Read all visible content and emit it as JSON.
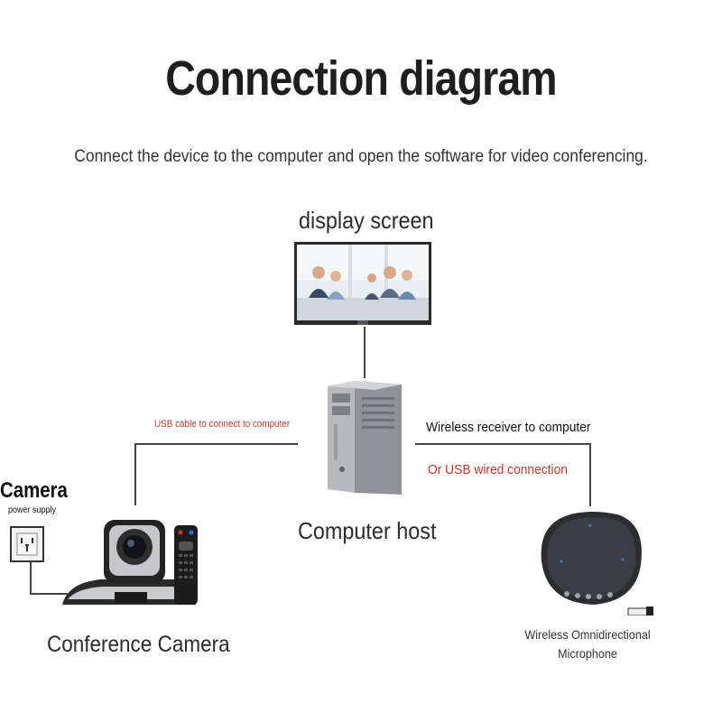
{
  "header": {
    "title": "Connection diagram",
    "subtitle": "Connect the device to the computer and open the software for video conferencing."
  },
  "devices": {
    "display": {
      "label": "display screen"
    },
    "computer": {
      "label": "Computer host"
    },
    "camera": {
      "label": "Conference Camera",
      "badge": "Camera",
      "power_label": "power supply"
    },
    "microphone": {
      "label": "Wireless Omnidirectional Microphone"
    }
  },
  "connections": {
    "usb_camera": "USB cable to connect to computer",
    "wireless_receiver": "Wireless receiver to computer",
    "usb_wired": "Or USB wired connection"
  },
  "colors": {
    "accent_red": "#c0392b",
    "line": "#444444",
    "text": "#222222"
  }
}
